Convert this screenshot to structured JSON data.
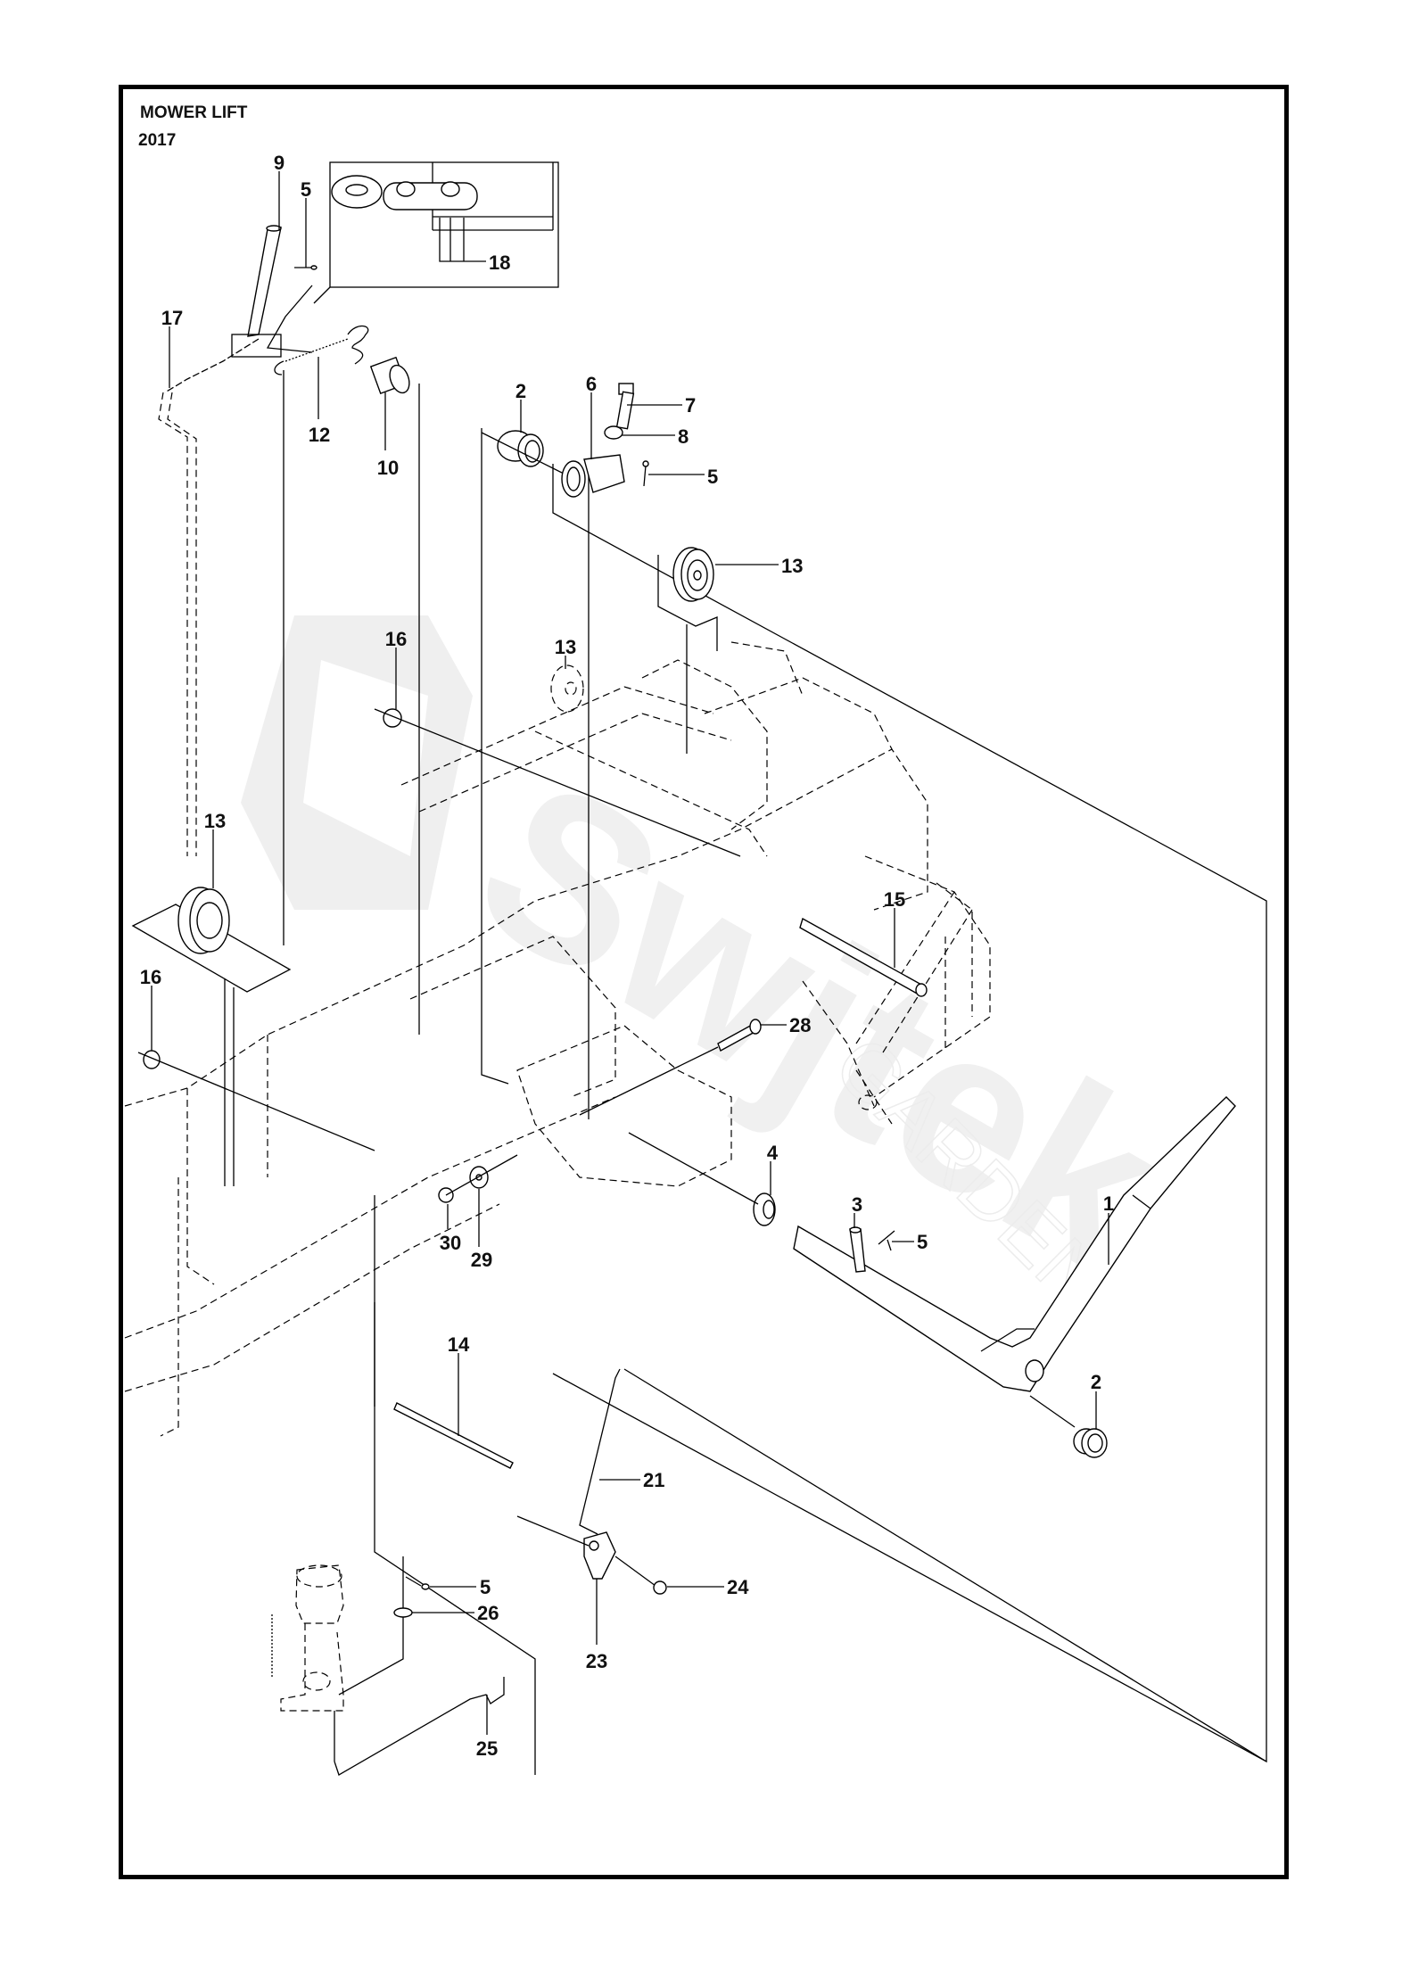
{
  "header": {
    "title": "MOWER LIFT",
    "year": "2017"
  },
  "watermark": {
    "brand": "Swjtek",
    "sub": "GARDEN"
  },
  "callouts": [
    {
      "id": "c9",
      "label": "9"
    },
    {
      "id": "c5a",
      "label": "5"
    },
    {
      "id": "c18",
      "label": "18"
    },
    {
      "id": "c17",
      "label": "17"
    },
    {
      "id": "c12",
      "label": "12"
    },
    {
      "id": "c10",
      "label": "10"
    },
    {
      "id": "c2a",
      "label": "2"
    },
    {
      "id": "c6",
      "label": "6"
    },
    {
      "id": "c7",
      "label": "7"
    },
    {
      "id": "c8",
      "label": "8"
    },
    {
      "id": "c5b",
      "label": "5"
    },
    {
      "id": "c13a",
      "label": "13"
    },
    {
      "id": "c16a",
      "label": "16"
    },
    {
      "id": "c13b",
      "label": "13"
    },
    {
      "id": "c13c",
      "label": "13"
    },
    {
      "id": "c15",
      "label": "15"
    },
    {
      "id": "c16b",
      "label": "16"
    },
    {
      "id": "c28",
      "label": "28"
    },
    {
      "id": "c4",
      "label": "4"
    },
    {
      "id": "c3",
      "label": "3"
    },
    {
      "id": "c5c",
      "label": "5"
    },
    {
      "id": "c1",
      "label": "1"
    },
    {
      "id": "c30",
      "label": "30"
    },
    {
      "id": "c29",
      "label": "29"
    },
    {
      "id": "c14",
      "label": "14"
    },
    {
      "id": "c2b",
      "label": "2"
    },
    {
      "id": "c21",
      "label": "21"
    },
    {
      "id": "c5d",
      "label": "5"
    },
    {
      "id": "c24",
      "label": "24"
    },
    {
      "id": "c26",
      "label": "26"
    },
    {
      "id": "c23",
      "label": "23"
    },
    {
      "id": "c25",
      "label": "25"
    }
  ]
}
